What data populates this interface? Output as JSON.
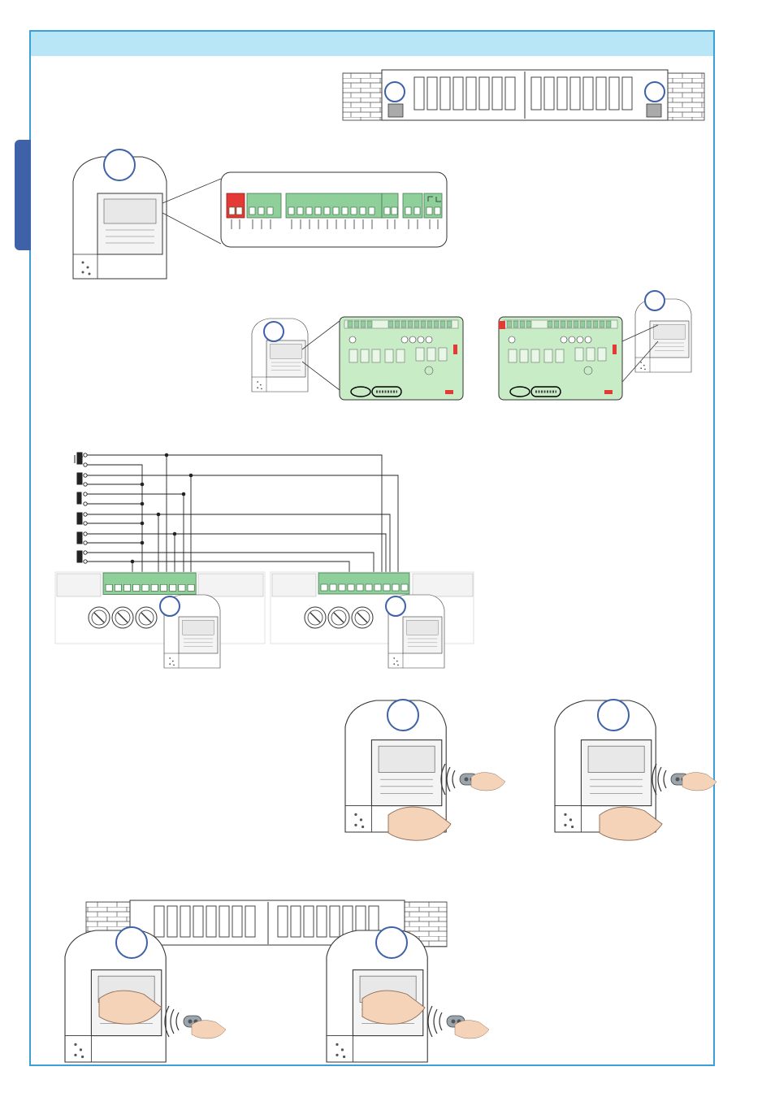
{
  "page": {
    "accent_color": "#3aa0d8",
    "header_color": "#b8e6f7",
    "side_tab_color": "#3f61a8",
    "terminal_green": "#8fcf9a",
    "terminal_red": "#e53935",
    "board_green": "#c8ecc6"
  },
  "figures": [
    {
      "name": "gate-two-motors",
      "description_icon": "gate-icon"
    },
    {
      "name": "motor-with-terminal-strip",
      "description_icon": "motor-icon"
    },
    {
      "name": "control-board-left",
      "description_icon": "circuit-board-icon"
    },
    {
      "name": "control-board-right",
      "description_icon": "circuit-board-icon"
    },
    {
      "name": "wiring-connections",
      "description_icon": "wiring-icon"
    },
    {
      "name": "radio-programming-a",
      "description_icon": "remote-control-icon"
    },
    {
      "name": "radio-programming-b",
      "description_icon": "remote-control-icon"
    },
    {
      "name": "final-gate-programming",
      "description_icon": "gate-icon"
    }
  ]
}
